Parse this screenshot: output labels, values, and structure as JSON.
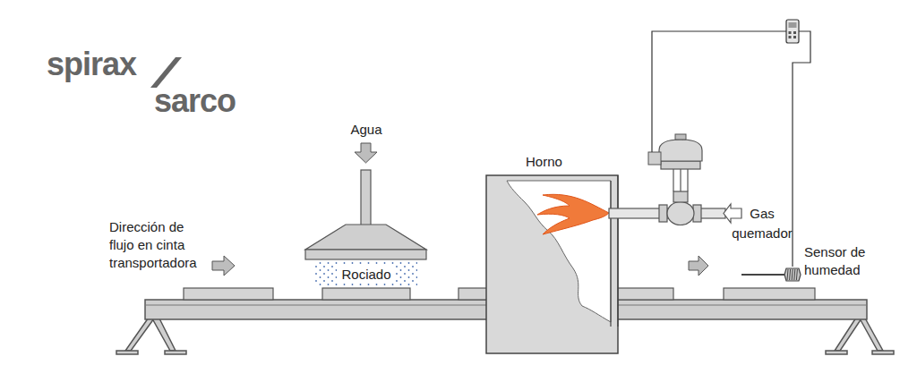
{
  "diagram": {
    "nodes": [
      {
        "text": [
          "Horno"
        ]
      }
    ],
    "labels": [
      "spirax",
      "sarco",
      "Agua",
      "Dirección de flujo en cinta transportadora",
      "Rociado",
      "Gas quemador",
      "Sensor de humedad"
    ]
  }
}
